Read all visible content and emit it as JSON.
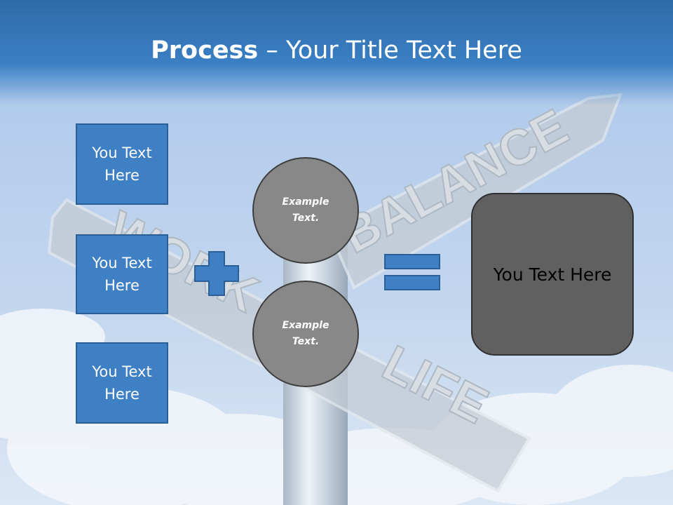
{
  "slide": {
    "title_bold": "Process",
    "title_rest": " – Your Title Text Here"
  },
  "left_boxes": [
    {
      "text": "You Text Here"
    },
    {
      "text": "You Text Here"
    },
    {
      "text": "You Text Here"
    }
  ],
  "circles": [
    {
      "text": "Example Text."
    },
    {
      "text": "Example Text."
    }
  ],
  "result_box": {
    "text": "You Text Here"
  },
  "signpost": {
    "sign_words": [
      "BALANCE",
      "WORK",
      "LIFE"
    ]
  },
  "icons": {
    "plus": "plus-icon",
    "equals": "equals-icon"
  },
  "colors": {
    "header": "#3a7fc4",
    "box_fill": "#3f7fc4",
    "circle_fill": "#888888",
    "result_fill": "#606060"
  }
}
